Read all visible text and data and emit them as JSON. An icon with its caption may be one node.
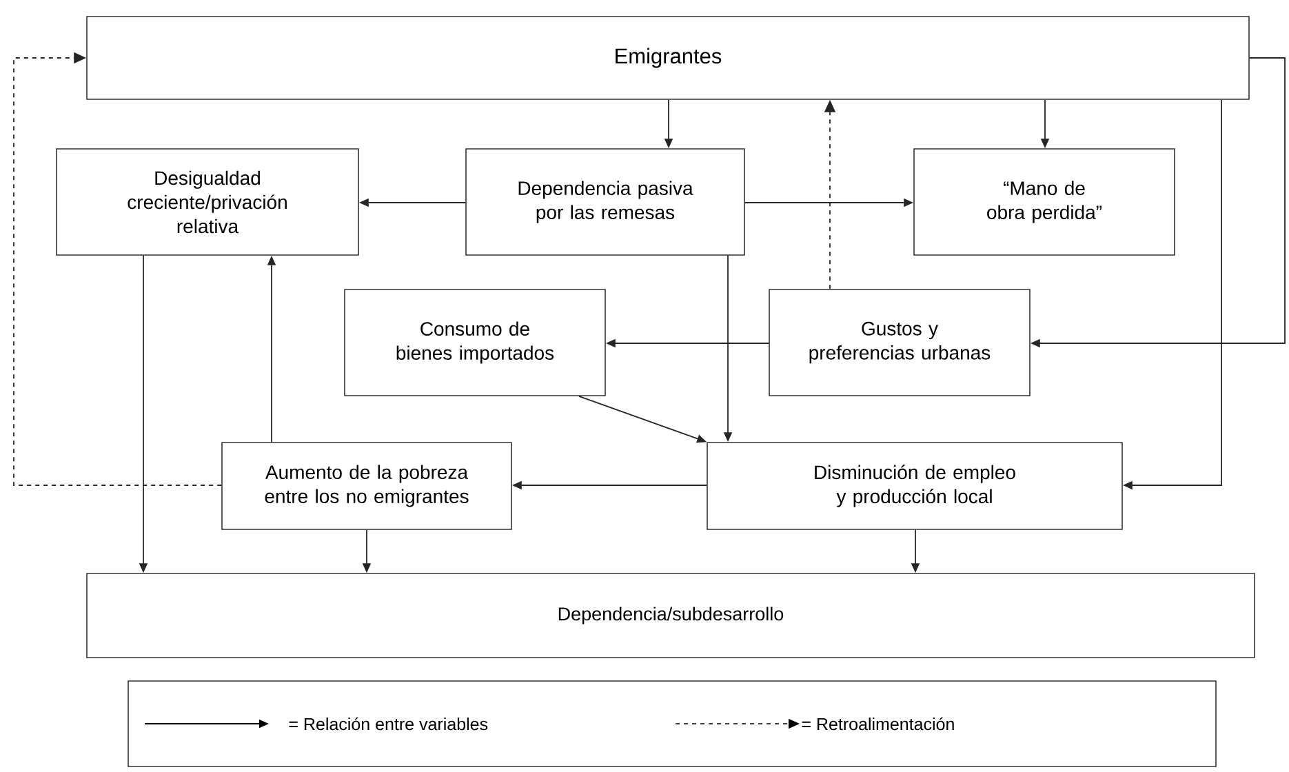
{
  "diagram": {
    "nodes": [
      {
        "text": [
          "Emigrantes"
        ]
      },
      {
        "text": [
          "Desigualdad creciente/privación relativa"
        ]
      },
      {
        "text": [
          "Dependencia pasiva por las remesas"
        ]
      },
      {
        "text": [
          "“Mano de obra perdida”"
        ]
      },
      {
        "text": [
          "Consumo de bienes importados"
        ]
      },
      {
        "text": [
          "Gustos y preferencias urbanas"
        ]
      },
      {
        "text": [
          "Aumento de la pobreza entre los no emigrantes"
        ]
      },
      {
        "text": [
          "Disminución de empleo y producción local"
        ]
      },
      {
        "text": [
          "Dependencia/subdesarrollo"
        ]
      }
    ],
    "edges": [
      {
        "from": 0,
        "to": 2,
        "arrow": "to"
      },
      {
        "from": 0,
        "to": 3,
        "arrow": "to"
      },
      {
        "from": 2,
        "to": 1,
        "arrow": "to"
      },
      {
        "from": 2,
        "to": 3,
        "arrow": "to"
      },
      {
        "from": 2,
        "to": 7,
        "arrow": "to"
      },
      {
        "from": 5,
        "to": 4,
        "arrow": "to"
      },
      {
        "from": 5,
        "to": 0,
        "arrow": "to",
        "style": "dashed"
      },
      {
        "from": 0,
        "to": 5,
        "arrow": "to"
      },
      {
        "from": 0,
        "to": 7,
        "arrow": "to"
      },
      {
        "from": 4,
        "to": 7,
        "arrow": "to"
      },
      {
        "from": 7,
        "to": 6,
        "arrow": "to"
      },
      {
        "from": 6,
        "to": 1,
        "arrow": "to"
      },
      {
        "from": 6,
        "to": 0,
        "arrow": "to",
        "style": "dashed"
      },
      {
        "from": 1,
        "to": 8,
        "arrow": "to"
      },
      {
        "from": 6,
        "to": 8,
        "arrow": "to"
      },
      {
        "from": 7,
        "to": 8,
        "arrow": "to"
      }
    ],
    "legend": [
      {
        "text": "=  Relación entre variables"
      },
      {
        "text": "= Retroalimentación"
      }
    ]
  }
}
